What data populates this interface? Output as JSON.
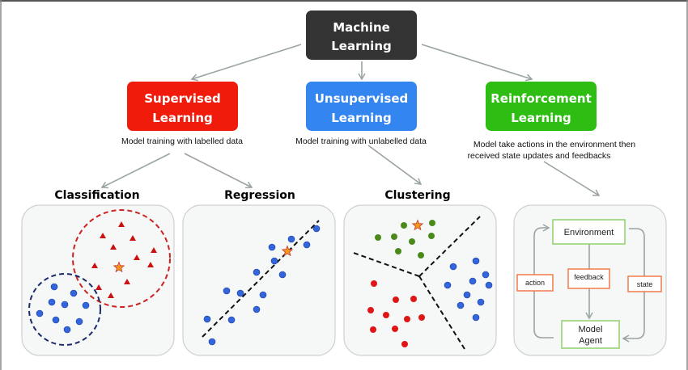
{
  "root": {
    "line1": "Machine",
    "line2": "Learning",
    "color": "#333333"
  },
  "branches": [
    {
      "line1": "Supervised",
      "line2": "Learning",
      "color": "#f01b0b",
      "description": [
        "Model training with labelled data"
      ]
    },
    {
      "line1": "Unsupervised",
      "line2": "Learning",
      "color": "#3385f0",
      "description": [
        "Model training with unlabelled data"
      ]
    },
    {
      "line1": "Reinforcement",
      "line2": "Learning",
      "color": "#2ebd12",
      "description": [
        "Model take actions in the environment then",
        "received state updates and feedbacks"
      ]
    }
  ],
  "subtypes": {
    "classification": "Classification",
    "regression": "Regression",
    "clustering": "Clustering"
  },
  "rl_diagram": {
    "environment": "Environment",
    "agent_line1": "Model",
    "agent_line2": "Agent",
    "action": "action",
    "feedback": "feedback",
    "state": "state"
  },
  "colors": {
    "red_class": "#cc1111",
    "blue_class": "#3366dd",
    "green_cluster": "#4a8a1a",
    "star": "#f7941d",
    "rl_box_border": "#8fd16a",
    "rl_label_border": "#f07a4a"
  }
}
